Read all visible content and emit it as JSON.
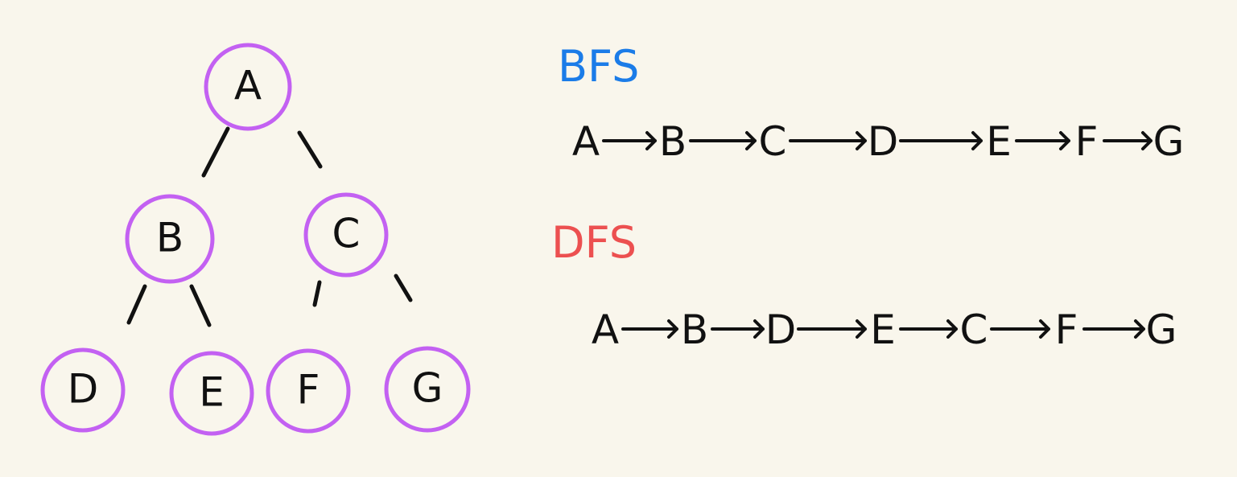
{
  "colors": {
    "background": "#f9f6ec",
    "node_stroke": "#c361f2",
    "ink": "#111111",
    "bfs_heading": "#1b7ce8",
    "dfs_heading": "#ec5050"
  },
  "tree": {
    "nodes": [
      {
        "id": "A",
        "label": "A"
      },
      {
        "id": "B",
        "label": "B"
      },
      {
        "id": "C",
        "label": "C"
      },
      {
        "id": "D",
        "label": "D"
      },
      {
        "id": "E",
        "label": "E"
      },
      {
        "id": "F",
        "label": "F"
      },
      {
        "id": "G",
        "label": "G"
      }
    ],
    "edges": [
      {
        "from": "A",
        "to": "B"
      },
      {
        "from": "A",
        "to": "C"
      },
      {
        "from": "B",
        "to": "D"
      },
      {
        "from": "B",
        "to": "E"
      },
      {
        "from": "C",
        "to": "F"
      },
      {
        "from": "C",
        "to": "G"
      }
    ]
  },
  "bfs": {
    "heading": "BFS",
    "sequence": [
      "A",
      "B",
      "C",
      "D",
      "E",
      "F",
      "G"
    ]
  },
  "dfs": {
    "heading": "DFS",
    "sequence": [
      "A",
      "B",
      "D",
      "E",
      "C",
      "F",
      "G"
    ]
  }
}
